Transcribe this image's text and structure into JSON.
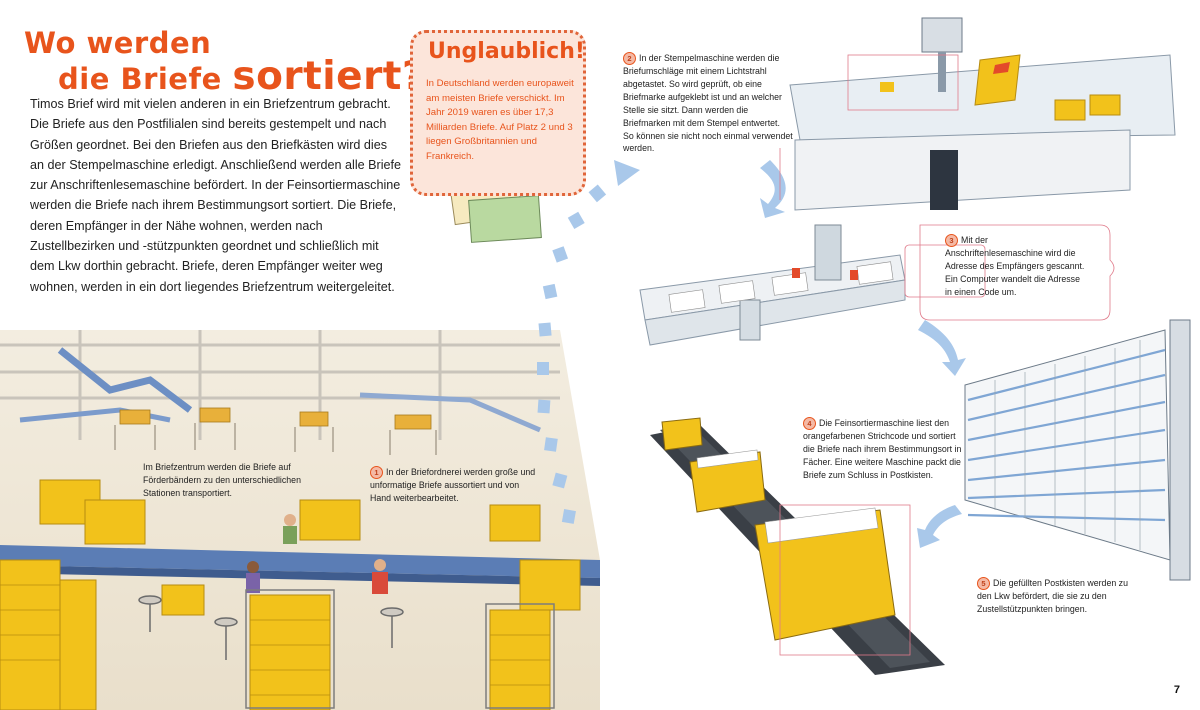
{
  "title": {
    "line1": "Wo werden",
    "line2_part1": "die Briefe ",
    "line2_part2": "sortiert?"
  },
  "intro": "Timos Brief wird mit vielen anderen in ein Briefzentrum gebracht. Die Briefe aus den Postfilialen sind bereits gestempelt und nach Größen geordnet. Bei den Briefen aus den Briefkästen wird dies an der Stempelmaschine erledigt. Anschließend werden alle Briefe zur Anschriftenlesemaschine befördert. In der Feinsortiermaschine werden die Briefe nach ihrem Bestimmungsort sortiert. Die Briefe, deren Empfänger in der Nähe wohnen, werden nach Zustellbezirken und -stützpunkten geordnet und schließlich mit dem Lkw dorthin gebracht. Briefe, deren Empfänger weiter weg wohnen, werden in ein dort liegendes Briefzentrum weitergeleitet.",
  "infobox": {
    "title": "Unglaublich!",
    "text": "In Deutschland werden europaweit am meisten Briefe verschickt. Im Jahr 2019 waren es über 17,3 Milliarden Briefe. Auf Platz 2 und 3 liegen Großbritannien und Frankreich."
  },
  "captions": {
    "center": "Im Briefzentrum werden die Briefe auf Förderbändern zu den unterschiedlichen Stationen transportiert."
  },
  "steps": [
    {
      "num": "1",
      "text": "In der Briefordnerei werden große und unformatige Briefe aussortiert und von Hand weiterbearbeitet."
    },
    {
      "num": "2",
      "text": "In der Stempelmaschine werden die Briefumschläge mit einem Lichtstrahl abgetastet. So wird geprüft, ob eine Briefmarke aufgeklebt ist und an welcher Stelle sie sitzt. Dann werden die Briefmarken mit dem Stempel entwertet. So können sie nicht noch einmal verwendet werden."
    },
    {
      "num": "3",
      "text": "Mit der Anschriftenlesemaschine wird die Adresse des Empfängers gescannt. Ein Computer wandelt die Adresse in einen Code um."
    },
    {
      "num": "4",
      "text": "Die Feinsortiermaschine liest den orangefarbenen Strichcode und sortiert die Briefe nach ihrem Bestimmungsort in Fächer. Eine weitere Maschine packt die Briefe zum Schluss in Postkisten."
    },
    {
      "num": "5",
      "text": "Die gefüllten Postkisten werden zu den Lkw befördert, die sie zu den Zustellstützpunkten bringen."
    }
  ],
  "page_number": "7",
  "colors": {
    "accent": "#e8541c",
    "infobox_bg": "#fce5da",
    "arrow_blue": "#a9c8ea",
    "crate_yellow": "#f2c21b"
  }
}
